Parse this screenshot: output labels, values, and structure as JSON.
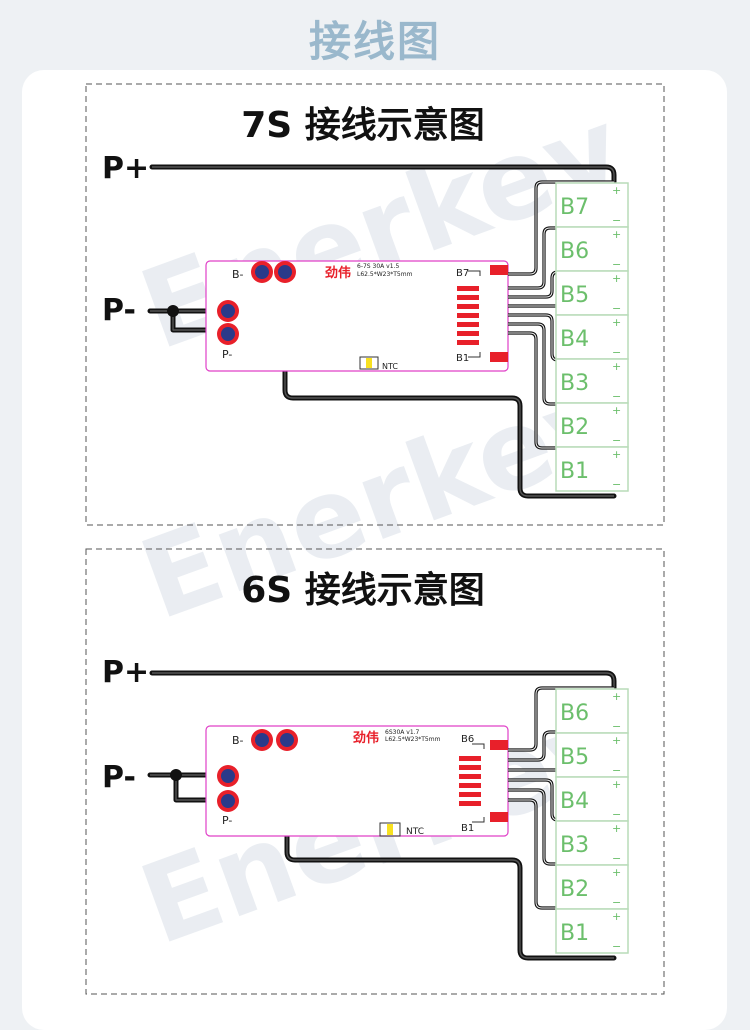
{
  "page_title": "接线图",
  "watermark": "Enerkey",
  "diagrams": [
    {
      "title": "7S 接线示意图",
      "p_plus": "P+",
      "p_minus": "P-",
      "board_b_minus": "B-",
      "board_p_minus": "P-",
      "brand": "劲伟",
      "model": "6-7S 30A v1.5",
      "size": "L62.5*W23*T5mm",
      "top_connector": "B7",
      "bottom_connector": "B1",
      "ntc": "NTC",
      "cells": [
        "B7",
        "B6",
        "B5",
        "B4",
        "B3",
        "B2",
        "B1"
      ],
      "plus_sign": "+",
      "minus_sign": "−"
    },
    {
      "title": "6S 接线示意图",
      "p_plus": "P+",
      "p_minus": "P-",
      "board_b_minus": "B-",
      "board_p_minus": "P-",
      "brand": "劲伟",
      "model": "6S30A v1.7",
      "size": "L62.5*W23*T5mm",
      "top_connector": "B6",
      "bottom_connector": "B1",
      "ntc": "NTC",
      "cells": [
        "B6",
        "B5",
        "B4",
        "B3",
        "B2",
        "B1"
      ],
      "plus_sign": "+",
      "minus_sign": "−"
    }
  ],
  "colors": {
    "title": "#9ab8cc",
    "board_outline": "#e040c8",
    "connector_red": "#e8202a",
    "terminal_blue": "#2a3a8a",
    "cell_green": "#6cbf6c",
    "wire": "#111111"
  }
}
